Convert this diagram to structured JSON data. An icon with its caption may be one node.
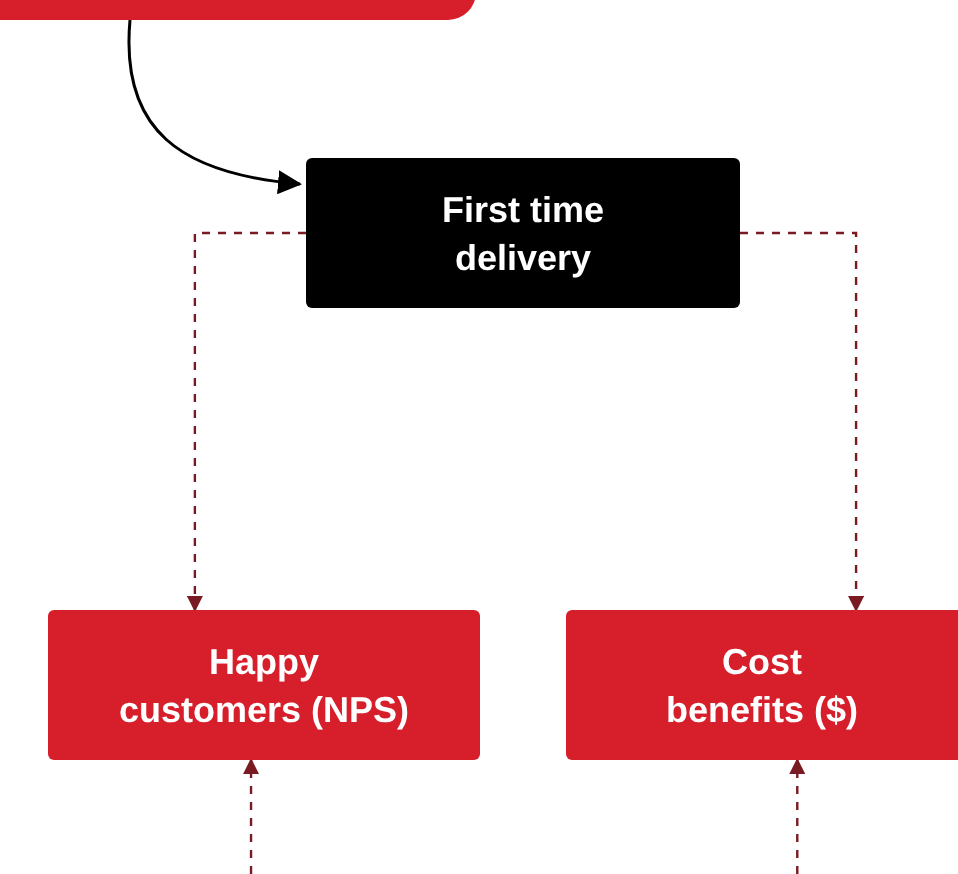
{
  "diagram": {
    "nodes": [
      {
        "text": [],
        "shape": "box"
      },
      {
        "text": [
          "First time delivery"
        ]
      },
      {
        "text": [
          "Happy customers (NPS)"
        ]
      },
      {
        "text": [
          "Cost benefits ($)"
        ]
      }
    ],
    "edges": [
      {
        "from": 0,
        "to": 1,
        "arrow": "to",
        "color": "#000000"
      },
      {
        "from": 1,
        "to": 2,
        "arrow": "to",
        "style": "dashed"
      },
      {
        "from": 1,
        "to": 3,
        "arrow": "to",
        "style": "dashed"
      },
      {
        "from": null,
        "to": 2,
        "arrow": "to",
        "style": "dashed"
      },
      {
        "from": null,
        "to": 3,
        "arrow": "to",
        "style": "dashed"
      }
    ]
  }
}
